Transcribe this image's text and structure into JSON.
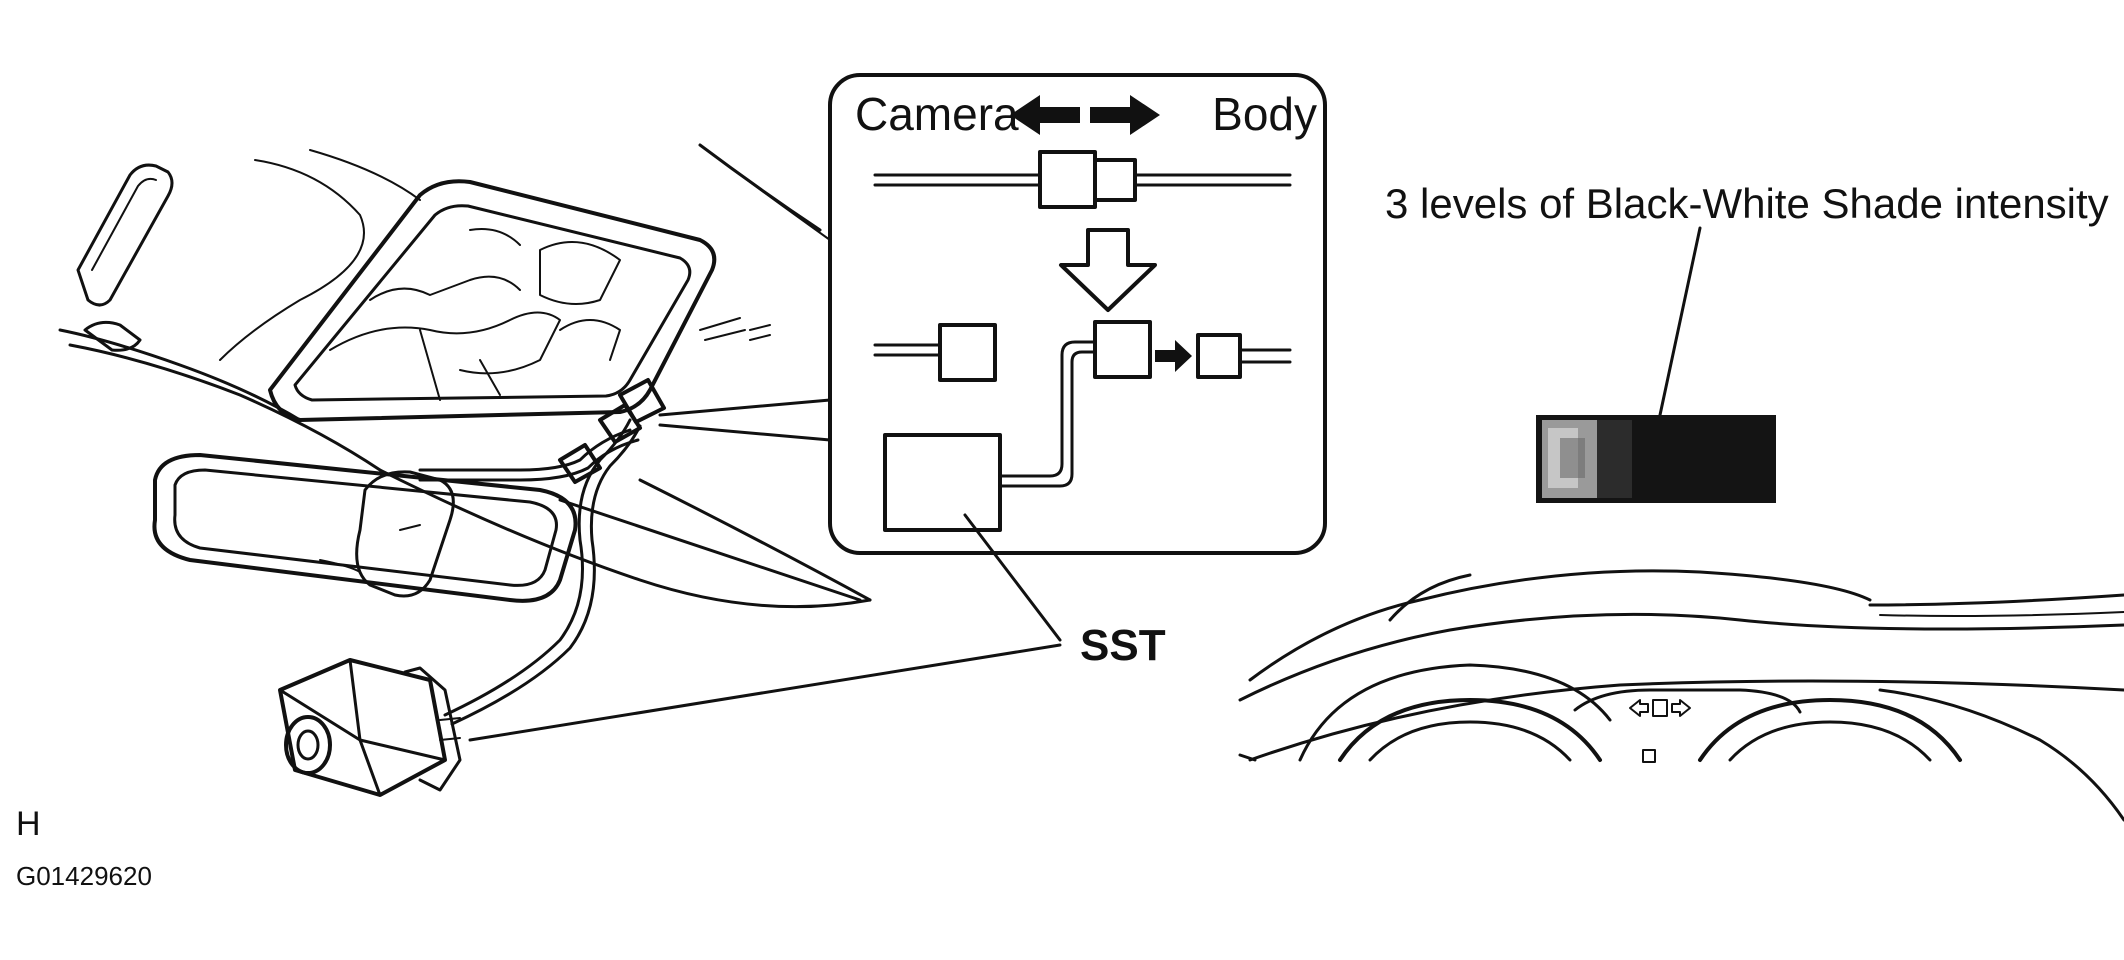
{
  "inset": {
    "camera_label": "Camera",
    "body_label": "Body"
  },
  "callouts": {
    "sst_label": "SST",
    "shade_label": "3 levels of Black-White Shade intensity"
  },
  "footer": {
    "view_letter": "H",
    "figure_code": "G01429620"
  }
}
